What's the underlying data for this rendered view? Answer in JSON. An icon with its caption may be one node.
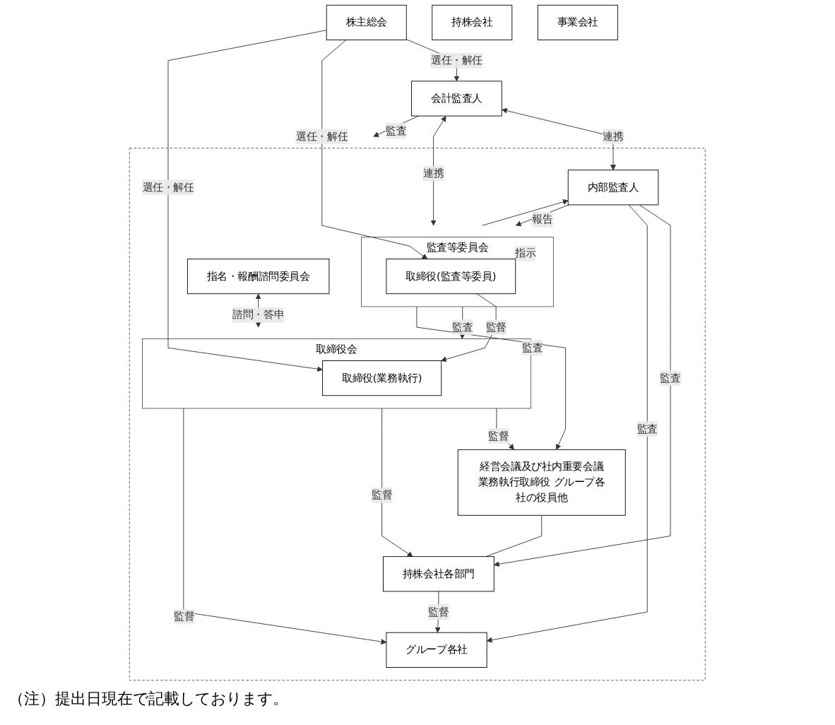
{
  "diagram": {
    "nodes": [
      {
        "text": [
          "株主総会"
        ]
      },
      {
        "text": [
          "会計監査人"
        ]
      },
      {
        "text": [],
        "shape": "box"
      },
      {
        "text": [
          "指名・報酬諮問委員会"
        ],
        "in": 2
      },
      {
        "text": [
          "監査等委員会"
        ],
        "in": 2
      },
      {
        "text": [
          "取締役(監査等委員)"
        ],
        "in": 4
      },
      {
        "text": [
          "取締役会"
        ],
        "in": 2
      },
      {
        "text": [
          "取締役(業務執行)"
        ],
        "in": 6
      },
      {
        "text": [
          "経営会議及び社内重要会議",
          "業務執行取締役 グループ各社の役員他"
        ],
        "in": 2
      },
      {
        "text": [
          "内部監査人"
        ],
        "in": 2
      },
      {
        "text": [
          "持株会社各部門"
        ],
        "in": 2
      },
      {
        "text": [
          "グループ各社"
        ],
        "in": 2
      },
      {
        "text": [
          "持株会社"
        ]
      },
      {
        "text": [
          "事業会社"
        ]
      }
    ],
    "edges": [
      {
        "from": 0,
        "to": 1,
        "arrow": "to",
        "label": "選任・解任"
      },
      {
        "from": 0,
        "to": 5,
        "arrow": "to",
        "label": "選任・解任"
      },
      {
        "from": 0,
        "to": 7,
        "arrow": "to",
        "label": "選任・解任"
      },
      {
        "from": 3,
        "to": 6,
        "arrow": "both",
        "label": "諮問・答申"
      },
      {
        "from": 1,
        "to": 4,
        "arrow": "both",
        "label": "連携"
      },
      {
        "from": 1,
        "to": 2,
        "arrow": "to",
        "label": "監査"
      },
      {
        "from": 4,
        "to": 6,
        "arrow": "to",
        "label": "監査"
      },
      {
        "from": 5,
        "to": 7,
        "arrow": "to",
        "label": "監督"
      },
      {
        "from": 4,
        "to": 8,
        "arrow": "to",
        "label": "監査"
      },
      {
        "from": 6,
        "to": 8,
        "arrow": "to",
        "label": "監督"
      },
      {
        "from": 9,
        "to": 4,
        "arrow": "to",
        "label": "報告"
      },
      {
        "from": 4,
        "to": 9,
        "arrow": "to",
        "label": "指示"
      },
      {
        "from": 1,
        "to": 9,
        "arrow": "both",
        "label": "連携"
      },
      {
        "from": 9,
        "to": 10,
        "arrow": "to",
        "label": "監査"
      },
      {
        "from": 9,
        "to": 11,
        "arrow": "to",
        "label": "監査"
      },
      {
        "from": 8,
        "to": 10,
        "arrow": "none"
      },
      {
        "from": 6,
        "to": 10,
        "arrow": "to",
        "label": "監督"
      },
      {
        "from": 10,
        "to": 11,
        "arrow": "to",
        "label": "監督"
      },
      {
        "from": 6,
        "to": 11,
        "arrow": "to",
        "label": "監督"
      }
    ],
    "labels": [
      "（注）提出日現在で記載しております。"
    ]
  }
}
